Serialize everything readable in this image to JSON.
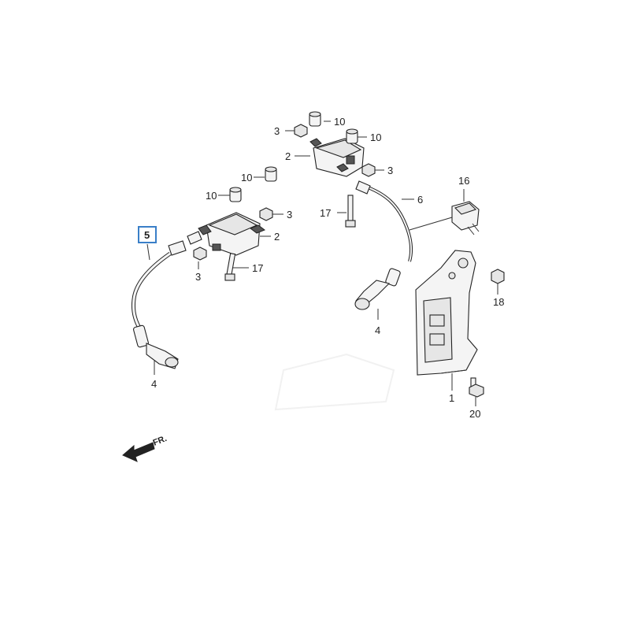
{
  "callouts": {
    "c10a": "10",
    "c10b": "10",
    "c10c": "10",
    "c10d": "10",
    "c3a": "3",
    "c3b": "3",
    "c3c": "3",
    "c3d": "3",
    "c2a": "2",
    "c2b": "2",
    "c17a": "17",
    "c17b": "17",
    "c6": "6",
    "c16": "16",
    "c18": "18",
    "c5": "5",
    "c4a": "4",
    "c4b": "4",
    "c1": "1",
    "c20": "20"
  },
  "direction_label": "FR."
}
